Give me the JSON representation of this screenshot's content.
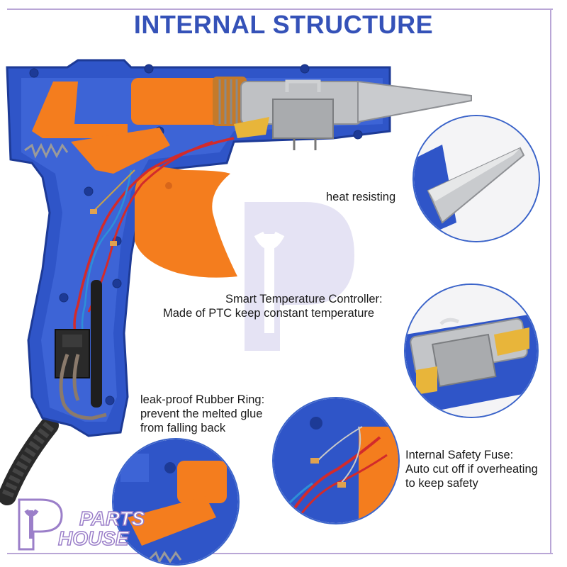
{
  "title": "INTERNAL STRUCTURE",
  "callouts": {
    "heat_resisting": "heat resisting",
    "temp_controller_line1": "Smart Temperature Controller:",
    "temp_controller_line2": "Made of PTC keep constant temperature",
    "rubber_ring_line1": "leak-proof Rubber Ring:",
    "rubber_ring_line2": "prevent the melted glue",
    "rubber_ring_line3": "from falling back",
    "safety_fuse_line1": "Internal Safety Fuse:",
    "safety_fuse_line2": "Auto cut off if overheating",
    "safety_fuse_line3": "to keep safety"
  },
  "brand": {
    "line1": "PARTS",
    "line2": "HOUSE"
  },
  "colors": {
    "title": "#3552b8",
    "body_blue": "#2f55c8",
    "orange": "#f47d1e",
    "frame": "#b9a6d6",
    "watermark": "#b7b0e0"
  }
}
